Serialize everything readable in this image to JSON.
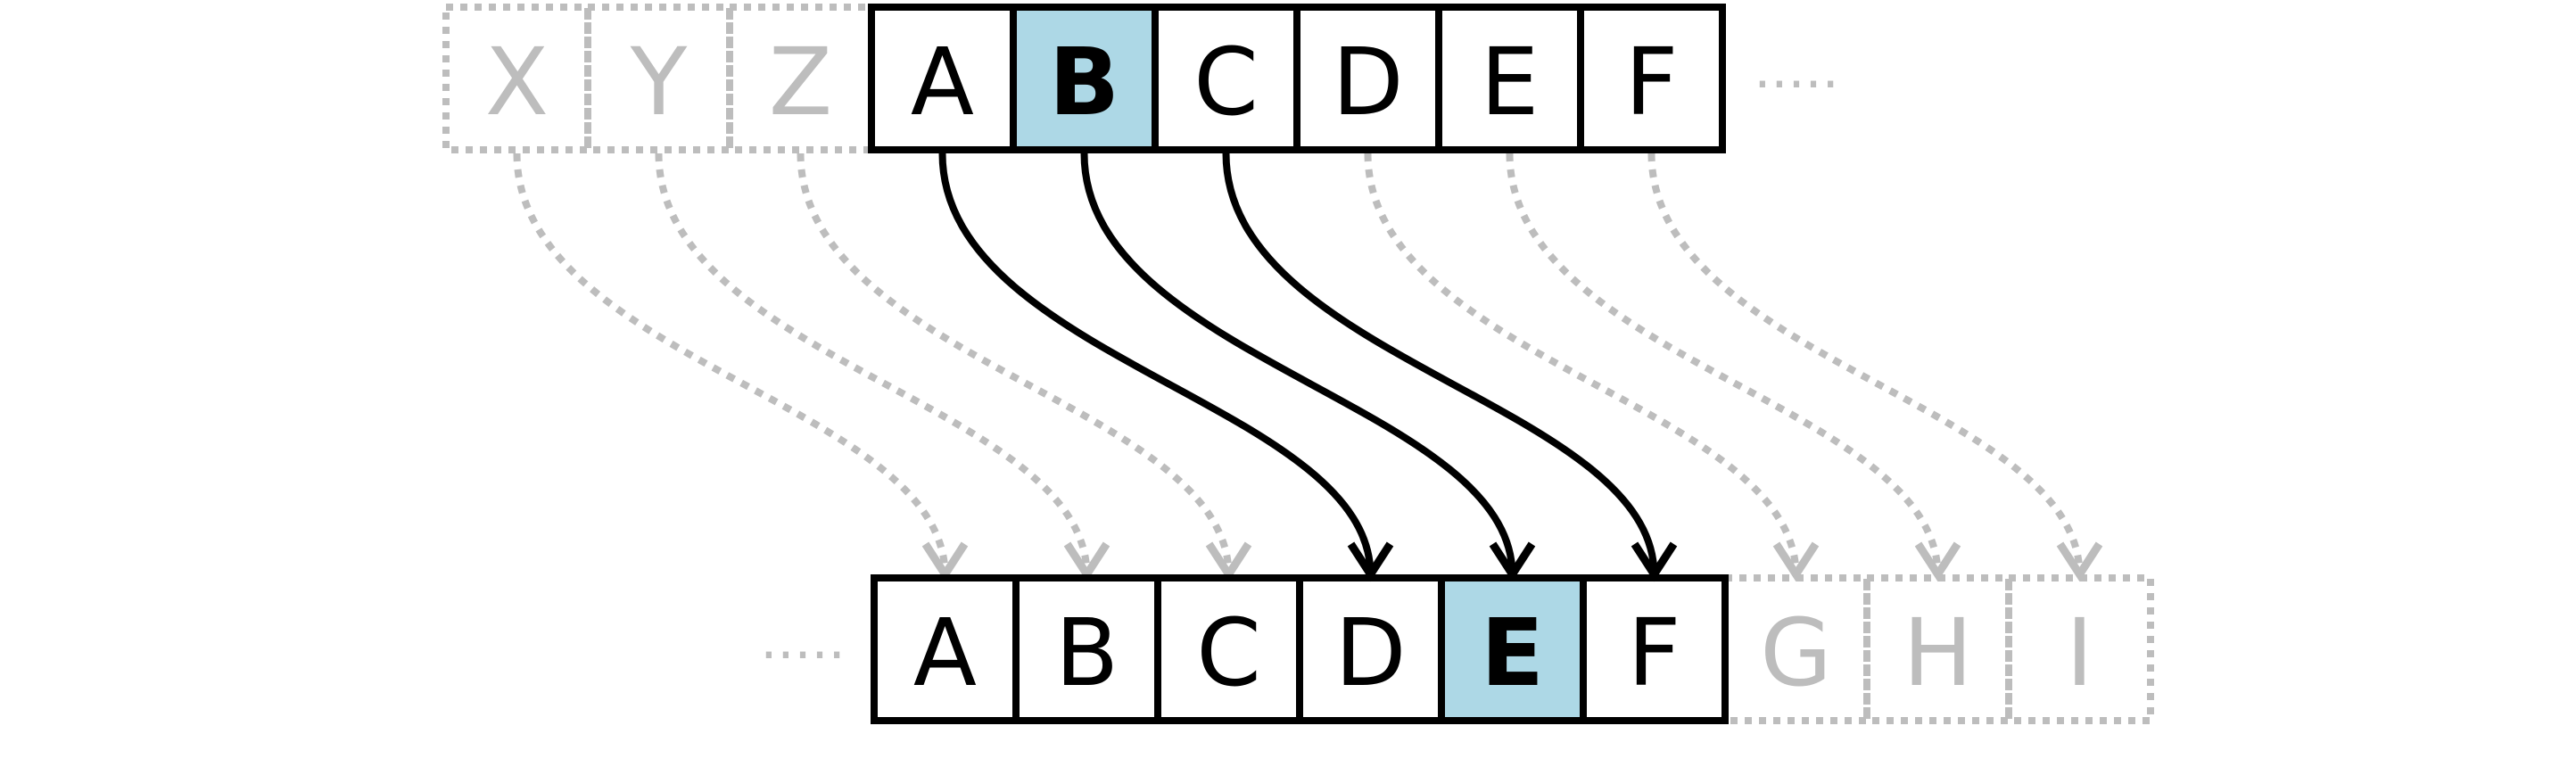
{
  "colors": {
    "solid": "#000000",
    "ghost": "#bdbdbd",
    "highlight": "#add8e6",
    "background": "#ffffff"
  },
  "top_row": {
    "cells": [
      {
        "letter": "X",
        "style": "ghost"
      },
      {
        "letter": "Y",
        "style": "ghost"
      },
      {
        "letter": "Z",
        "style": "ghost"
      },
      {
        "letter": "A",
        "style": "solid"
      },
      {
        "letter": "B",
        "style": "highlight"
      },
      {
        "letter": "C",
        "style": "solid"
      },
      {
        "letter": "D",
        "style": "solid"
      },
      {
        "letter": "E",
        "style": "solid"
      },
      {
        "letter": "F",
        "style": "solid"
      }
    ],
    "ellipsis": "....."
  },
  "bottom_row": {
    "cells": [
      {
        "letter": "A",
        "style": "solid"
      },
      {
        "letter": "B",
        "style": "solid"
      },
      {
        "letter": "C",
        "style": "solid"
      },
      {
        "letter": "D",
        "style": "solid"
      },
      {
        "letter": "E",
        "style": "highlight"
      },
      {
        "letter": "F",
        "style": "solid"
      },
      {
        "letter": "G",
        "style": "ghost"
      },
      {
        "letter": "H",
        "style": "ghost"
      },
      {
        "letter": "I",
        "style": "ghost"
      }
    ],
    "ellipsis": "....."
  },
  "shift": 3,
  "arrows": [
    {
      "from": "X",
      "to": "A",
      "style": "ghost"
    },
    {
      "from": "Y",
      "to": "B",
      "style": "ghost"
    },
    {
      "from": "Z",
      "to": "C",
      "style": "ghost"
    },
    {
      "from": "A",
      "to": "D",
      "style": "solid"
    },
    {
      "from": "B",
      "to": "E",
      "style": "solid"
    },
    {
      "from": "C",
      "to": "F",
      "style": "solid"
    },
    {
      "from": "D",
      "to": "G",
      "style": "ghost"
    },
    {
      "from": "E",
      "to": "H",
      "style": "ghost"
    },
    {
      "from": "F",
      "to": "I",
      "style": "ghost"
    }
  ]
}
